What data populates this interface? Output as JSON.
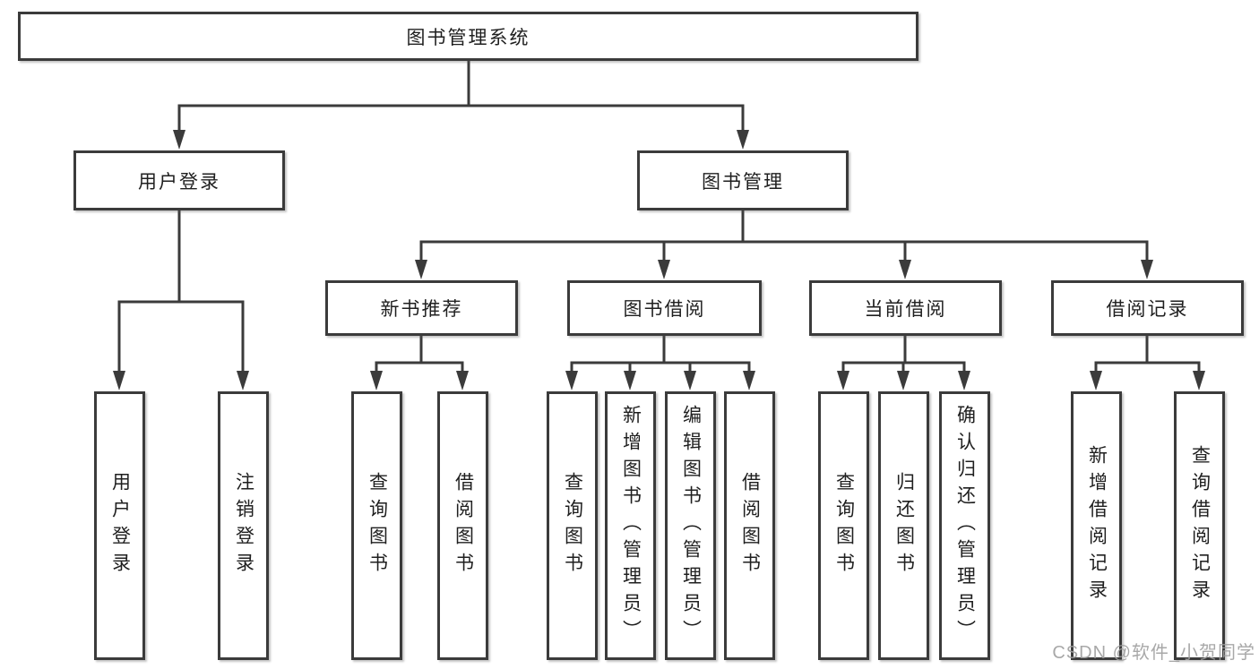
{
  "diagram": {
    "root": {
      "label": "图书管理系统"
    },
    "level2": [
      {
        "label": "用户登录"
      },
      {
        "label": "图书管理"
      }
    ],
    "level3": [
      {
        "label": "新书推荐",
        "parent": "图书管理"
      },
      {
        "label": "图书借阅",
        "parent": "图书管理"
      },
      {
        "label": "当前借阅",
        "parent": "图书管理"
      },
      {
        "label": "借阅记录",
        "parent": "图书管理"
      }
    ],
    "leaves": [
      {
        "label": "用户登录",
        "parent": "用户登录"
      },
      {
        "label": "注销登录",
        "parent": "用户登录"
      },
      {
        "label": "查询图书",
        "parent": "新书推荐"
      },
      {
        "label": "借阅图书",
        "parent": "新书推荐"
      },
      {
        "label": "查询图书",
        "parent": "图书借阅"
      },
      {
        "label": "新增图书（管理员）",
        "parent": "图书借阅"
      },
      {
        "label": "编辑图书（管理员）",
        "parent": "图书借阅"
      },
      {
        "label": "借阅图书",
        "parent": "图书借阅"
      },
      {
        "label": "查询图书",
        "parent": "当前借阅"
      },
      {
        "label": "归还图书",
        "parent": "当前借阅"
      },
      {
        "label": "确认归还（管理员）",
        "parent": "当前借阅"
      },
      {
        "label": "新增借阅记录",
        "parent": "借阅记录"
      },
      {
        "label": "查询借阅记录",
        "parent": "借阅记录"
      }
    ]
  },
  "watermark": "CSDN @软件_小贺同学",
  "colors": {
    "line": "#3b3b3b",
    "text": "#1f1f1f",
    "watermark": "#9e9e9e",
    "background": "#ffffff"
  }
}
